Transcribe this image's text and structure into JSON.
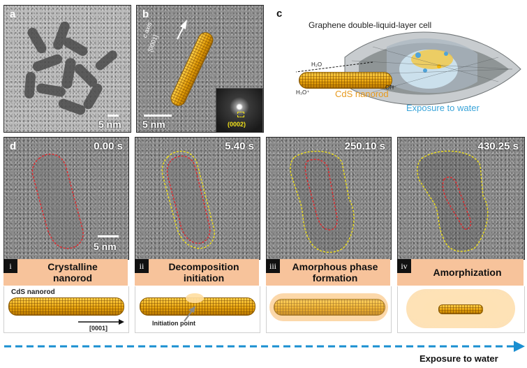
{
  "top_row": {
    "panel_a": {
      "letter": "a",
      "scale": "5 nm"
    },
    "panel_b": {
      "letter": "b",
      "scale": "5 nm",
      "axis_label": "c axis",
      "axis_index": "[0001]",
      "fft_label": "(0002)"
    },
    "panel_c": {
      "letter": "c",
      "title": "Graphene double-liquid-layer cell",
      "rod_label": "CdS nanorod",
      "h2o": "H₂O",
      "h3o": "H₃O⁺",
      "oh": "OH⁻",
      "exposure": "Exposure to water"
    }
  },
  "panel_d": {
    "letter": "d",
    "frames": [
      {
        "time": "0.00 s",
        "scale": "5 nm"
      },
      {
        "time": "5.40 s"
      },
      {
        "time": "250.10 s"
      },
      {
        "time": "430.25 s"
      }
    ],
    "stages": [
      {
        "num": "i",
        "title": "Crystalline\nnanorod"
      },
      {
        "num": "ii",
        "title": "Decomposition\ninitiation"
      },
      {
        "num": "iii",
        "title": "Amorphous phase\nformation"
      },
      {
        "num": "iv",
        "title": "Amorphization"
      }
    ],
    "schematic": {
      "rod_label": "CdS nanorod",
      "direction": "[0001]",
      "initiation": "Initiation point"
    }
  },
  "bottom_arrow": {
    "label": "Exposure to water",
    "color": "#1a8fd1"
  },
  "colors": {
    "outline_red": "#e3262a",
    "outline_yellow": "#f2e21a",
    "stage_bg": "#f7c39b",
    "cds": "#e7a20a"
  }
}
